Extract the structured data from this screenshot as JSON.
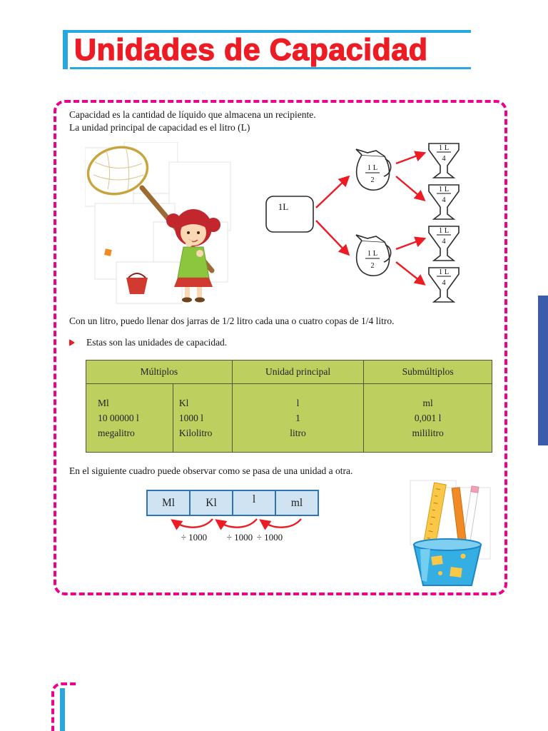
{
  "header": {
    "title": "Unidades de Capacidad"
  },
  "intro": {
    "line1": "Capacidad es la cantidad de líquido que almacena un recipiente.",
    "line2": "La unidad principal de capacidad es el litro (L)"
  },
  "diagram": {
    "liter_box": "1L",
    "jug_fraction": {
      "num": "1 L",
      "den": "2"
    },
    "cup_fraction": {
      "num": "1 L",
      "den": "4"
    }
  },
  "body": {
    "liter_sentence": "Con un litro, puedo llenar dos jarras de 1/2 litro cada una o cuatro copas de 1/4 litro.",
    "bullet_text": "Estas son las unidades de capacidad.",
    "conversion_sentence": "En el siguiente cuadro puede observar como se pasa de una unidad a otra."
  },
  "units_table": {
    "headers": [
      "Múltiplos",
      "Unidad principal",
      "Submúltiplos"
    ],
    "columns": [
      [
        "Ml",
        "10 00000 l",
        "megalitro"
      ],
      [
        "Kl",
        "1000 l",
        "Kilolitro"
      ],
      [
        "l",
        "1",
        "litro"
      ],
      [
        "ml",
        "0,001 l",
        "mililitro"
      ]
    ]
  },
  "conversion_table": {
    "cells": [
      "Ml",
      "Kl",
      "l",
      "ml"
    ],
    "arrow_labels": [
      "÷ 1000",
      "÷ 1000",
      "÷ 1000"
    ]
  },
  "colors": {
    "title_red": "#ed1c24",
    "line_cyan": "#29a8e0",
    "border_pink": "#ec008c",
    "table_green": "#bdd05f",
    "conv_fill": "#cfe3f2",
    "conv_border": "#2e74b5",
    "arrow_red": "#ed1c24",
    "scrollbar_blue": "#3b5ca8"
  }
}
